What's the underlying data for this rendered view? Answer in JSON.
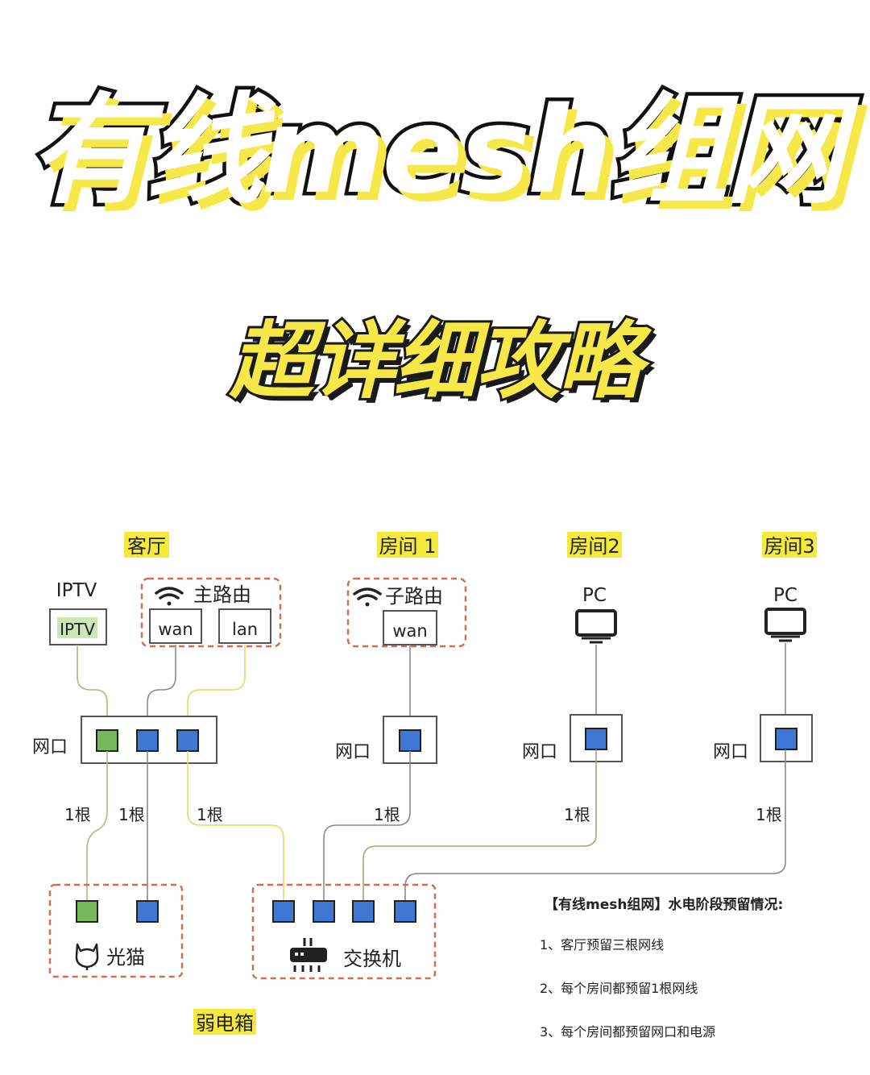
{
  "title": "有线mesh组网",
  "subtitle": "超详细攻略",
  "zones": {
    "living_room": "客厅",
    "room1": "房间 1",
    "room2": "房间2",
    "room3": "房间3",
    "weak_box": "弱电箱"
  },
  "devices": {
    "iptv_label": "IPTV",
    "iptv_box": "IPTV",
    "main_router": "主路由",
    "sub_router": "子路由",
    "wan": "wan",
    "lan": "lan",
    "pc": "PC",
    "modem": "光猫",
    "switch": "交换机"
  },
  "port_label": "网口",
  "cable_label": "1根",
  "notes": {
    "heading": "【有线mesh组网】水电阶段预留情况:",
    "items": [
      "1、客厅预留三根网线",
      "2、每个房间都预留1根网线",
      "3、每个房间都预留网口和电源"
    ]
  },
  "colors": {
    "green": "#74b85a",
    "blue": "#3f78d4",
    "yellow_line": "#e9d85a",
    "olive_line": "#b2b87a",
    "gray_line": "#8a8a8a",
    "dash": "#cf7055",
    "highlight": "#f5ea3c"
  }
}
